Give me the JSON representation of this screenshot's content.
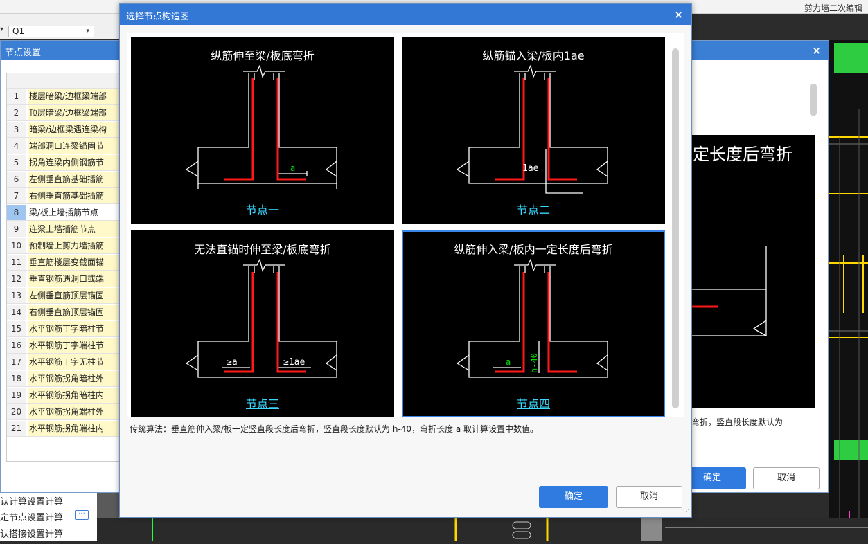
{
  "app": {
    "top_right_label": "剪力墙二次编辑",
    "floor_select": "Q1"
  },
  "bg_dialog": {
    "title": "节点设置",
    "rows": [
      {
        "num": "1",
        "text": "楼层暗梁/边框梁端部"
      },
      {
        "num": "2",
        "text": "顶层暗梁/边框梁端部"
      },
      {
        "num": "3",
        "text": "暗梁/边框梁遇连梁构"
      },
      {
        "num": "4",
        "text": "端部洞口连梁锚固节"
      },
      {
        "num": "5",
        "text": "拐角连梁内侧钢筋节"
      },
      {
        "num": "6",
        "text": "左侧垂直筋基础插筋"
      },
      {
        "num": "7",
        "text": "右侧垂直筋基础插筋"
      },
      {
        "num": "8",
        "text": "梁/板上墙插筋节点"
      },
      {
        "num": "9",
        "text": "连梁上墙插筋节点"
      },
      {
        "num": "10",
        "text": "预制墙上剪力墙插筋"
      },
      {
        "num": "11",
        "text": "垂直筋楼层变截面锚"
      },
      {
        "num": "12",
        "text": "垂直钢筋遇洞口或端"
      },
      {
        "num": "13",
        "text": "左侧垂直筋顶层锚固"
      },
      {
        "num": "14",
        "text": "右侧垂直筋顶层锚固"
      },
      {
        "num": "15",
        "text": "水平钢筋丁字暗柱节"
      },
      {
        "num": "16",
        "text": "水平钢筋丁字端柱节"
      },
      {
        "num": "17",
        "text": "水平钢筋丁字无柱节"
      },
      {
        "num": "18",
        "text": "水平钢筋拐角暗柱外"
      },
      {
        "num": "19",
        "text": "水平钢筋拐角暗柱内"
      },
      {
        "num": "20",
        "text": "水平钢筋拐角端柱外"
      },
      {
        "num": "21",
        "text": "水平钢筋拐角端柱内"
      }
    ],
    "selected_row": "8",
    "preview_title": "定长度后弯折",
    "desc": "弯折，竖直段长度默认为",
    "ok_label": "确定",
    "cancel_label": "取消"
  },
  "bottom_list": [
    "认计算设置计算",
    "定节点设置计算",
    "认搭接设置计算"
  ],
  "dots_label": "···",
  "dialog": {
    "title": "选择节点构造图",
    "close_icon": "×",
    "panels": [
      {
        "title": "纵筋伸至梁/板底弯折",
        "label": "节点一",
        "dim": "a"
      },
      {
        "title": "纵筋锚入梁/板内1ae",
        "label": "节点二",
        "dim": "1ae"
      },
      {
        "title": "无法直锚时伸至梁/板底弯折",
        "label": "节点三",
        "dim_left": "≥a",
        "dim_right": "≥1ae"
      },
      {
        "title": "纵筋伸入梁/板内一定长度后弯折",
        "label": "节点四",
        "dim": "a",
        "dim_v": "h-40"
      }
    ],
    "selected_panel": "节点四",
    "description": "传统算法：垂直筋伸入梁/板一定竖直段长度后弯折，竖直段长度默认为 h-40，弯折长度 a 取计算设置中数值。",
    "ok_label": "确定",
    "cancel_label": "取消"
  },
  "colors": {
    "title_bar": "#3478d6",
    "accent": "#2f7be0",
    "rebar": "#ff1a1a",
    "label": "#38d8ff",
    "dim": "#00e000",
    "row_highlight": "#fff8c8"
  }
}
